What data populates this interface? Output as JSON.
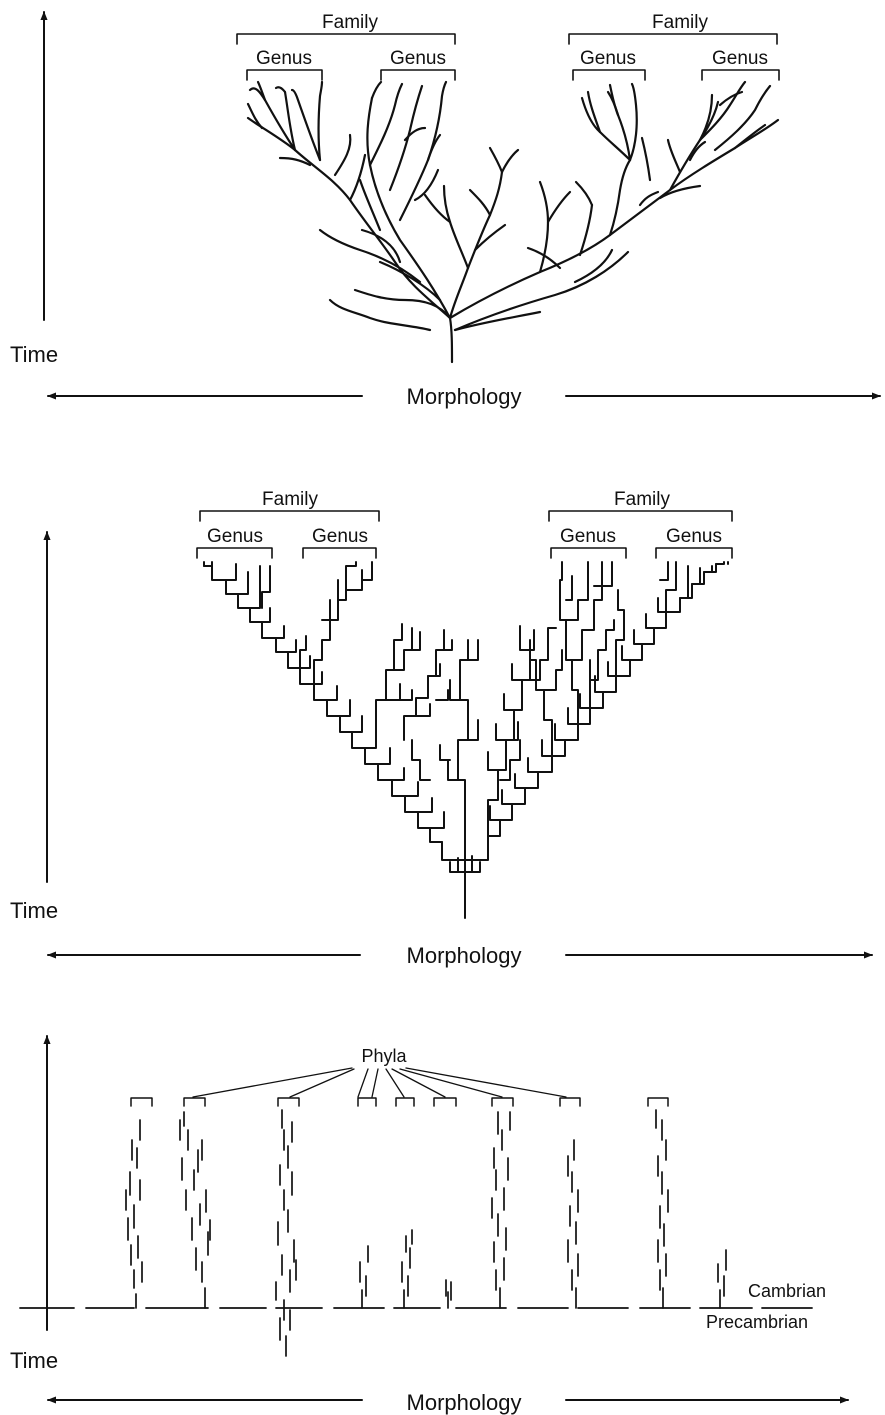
{
  "panel_organic": {
    "axis_y_label": "Time",
    "axis_x_label": "Morphology",
    "family_label": "Family",
    "genus_label": "Genus"
  },
  "panel_cladistic": {
    "axis_y_label": "Time",
    "axis_x_label": "Morphology",
    "family_label": "Family",
    "genus_label": "Genus"
  },
  "panel_phyla": {
    "axis_y_label": "Time",
    "axis_x_label": "Morphology",
    "phyla_label": "Phyla",
    "boundary_upper_label": "Cambrian",
    "boundary_lower_label": "Precambrian"
  },
  "colors": {
    "ink": "#111111",
    "background": "#ffffff"
  }
}
